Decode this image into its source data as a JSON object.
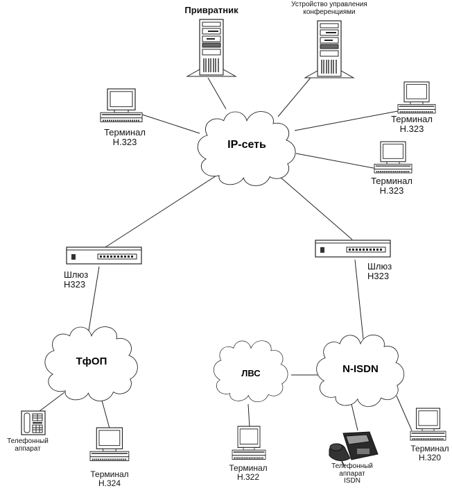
{
  "diagram": {
    "title": "H.323 network architecture",
    "networks": {
      "ip": "IP-сеть",
      "pstn": "ТфОП",
      "lan": "ЛВС",
      "isdn": "N-ISDN"
    },
    "servers": {
      "gatekeeper": "Привратник",
      "mcu_line1": "Устройство управления",
      "mcu_line2": "конференциями"
    },
    "terminals": {
      "ip_left": {
        "line1": "Терминал",
        "line2": "H.323"
      },
      "ip_right_top": {
        "line1": "Терминал",
        "line2": "H.323"
      },
      "ip_right_mid": {
        "line1": "Терминал",
        "line2": "H.323"
      },
      "pstn_terminal": {
        "line1": "Терминал",
        "line2": "H.324"
      },
      "lan_terminal": {
        "line1": "Терминал",
        "line2": "H.322"
      },
      "isdn_terminal": {
        "line1": "Терминал",
        "line2": "H.320"
      }
    },
    "gateways": {
      "left": {
        "line1": "Шлюз",
        "line2": "H323"
      },
      "right": {
        "line1": "Шлюз",
        "line2": "H323"
      }
    },
    "phones": {
      "analog": {
        "line1": "Телефонный",
        "line2": "аппарат"
      },
      "isdn": {
        "line1": "Телефонный",
        "line2": "аппарат",
        "line3": "ISDN"
      }
    },
    "connections": [
      [
        "gatekeeper",
        "ip"
      ],
      [
        "mcu",
        "ip"
      ],
      [
        "ip_left",
        "ip"
      ],
      [
        "ip_right_top",
        "ip"
      ],
      [
        "ip_right_mid",
        "ip"
      ],
      [
        "ip",
        "gateway_left"
      ],
      [
        "ip",
        "gateway_right"
      ],
      [
        "gateway_left",
        "pstn"
      ],
      [
        "gateway_right",
        "isdn"
      ],
      [
        "pstn",
        "analog_phone"
      ],
      [
        "pstn",
        "pstn_terminal"
      ],
      [
        "lan",
        "isdn"
      ],
      [
        "lan",
        "lan_terminal"
      ],
      [
        "isdn",
        "isdn_phone"
      ],
      [
        "isdn",
        "isdn_terminal"
      ]
    ]
  }
}
